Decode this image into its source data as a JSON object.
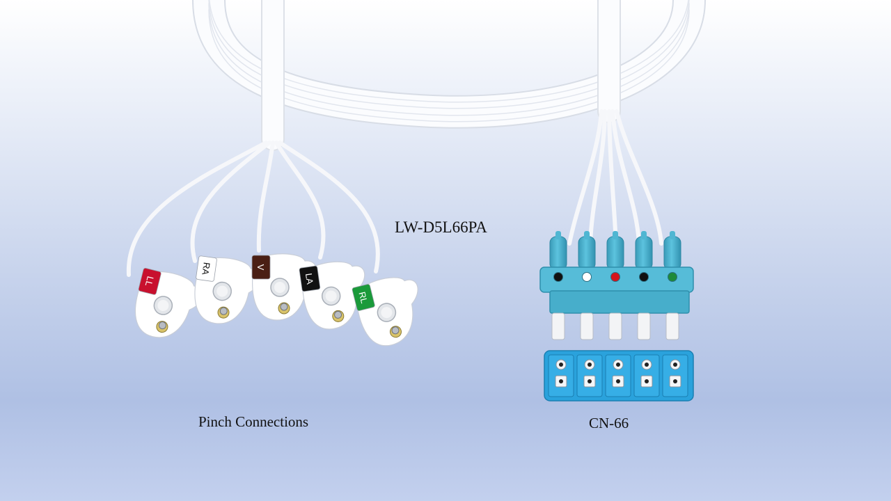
{
  "captions": {
    "model": "LW-D5L66PA",
    "pinch": "Pinch Connections",
    "connector": "CN-66"
  },
  "leads": [
    {
      "label": "LL",
      "color": "#c8102e",
      "text_color": "#ffffff"
    },
    {
      "label": "RA",
      "color": "#ffffff",
      "text_color": "#111111"
    },
    {
      "label": "V",
      "color": "#4a1f14",
      "text_color": "#ffffff"
    },
    {
      "label": "LA",
      "color": "#111111",
      "text_color": "#ffffff"
    },
    {
      "label": "RL",
      "color": "#1a9a3a",
      "text_color": "#ffffff"
    }
  ],
  "connector_dots": [
    "#111111",
    "#ffffff",
    "#d4141c",
    "#111111",
    "#1e8a3a"
  ],
  "colors": {
    "cable": "#ffffff",
    "connector_body": "#4fb6d2",
    "receptacle": "#2aa2dc"
  }
}
